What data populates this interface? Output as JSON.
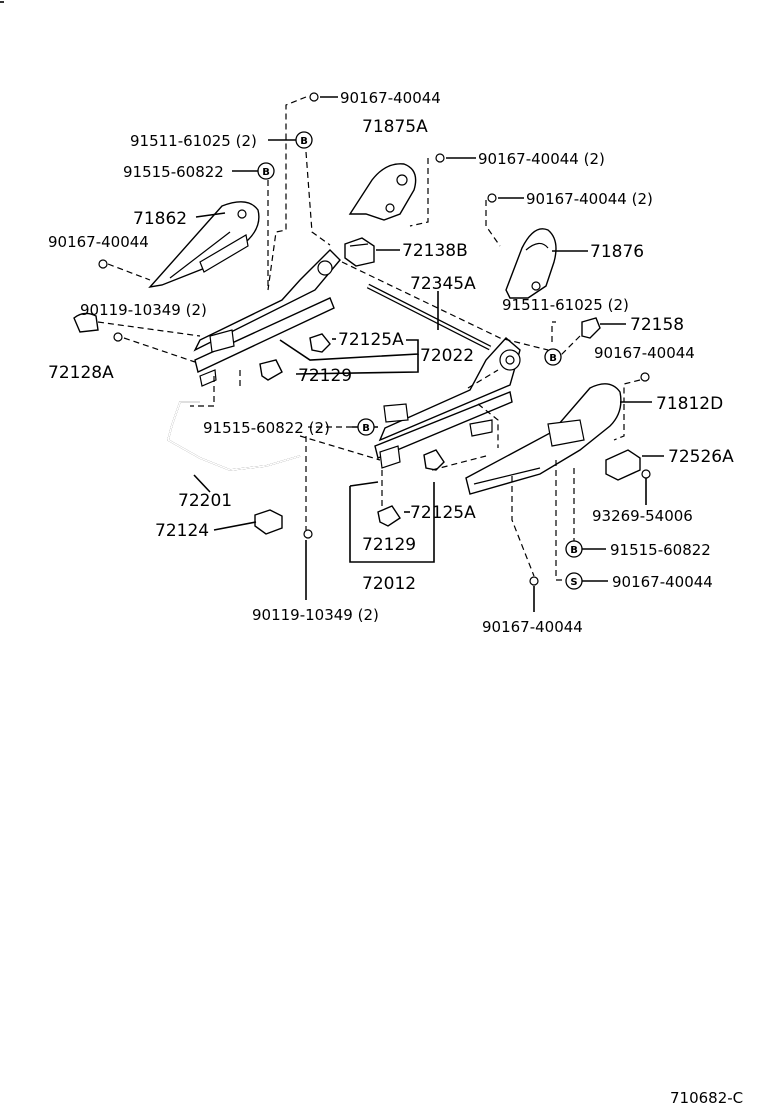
{
  "diagram_code": "710682-C",
  "badges": {
    "b": "B",
    "s": "S"
  },
  "labels": {
    "p90167_top": "90167-40044",
    "p91511_left": "91511-61025 (2)",
    "p71875A": "71875A",
    "p90167_2a": "90167-40044 (2)",
    "p91515_left": "91515-60822",
    "p90167_2b": "90167-40044 (2)",
    "p71862": "71862",
    "p90167_left": "90167-40044",
    "p72138B": "72138B",
    "p71876": "71876",
    "p72345A": "72345A",
    "p90119_left": "90119-10349 (2)",
    "p91511_right": "91511-61025 (2)",
    "p72158": "72158",
    "p72125A_top": "72125A",
    "p72022": "72022",
    "p72128A": "72128A",
    "p90167_right": "90167-40044",
    "p72129_top": "72129",
    "p71812D": "71812D",
    "p91515_mid": "91515-60822 (2)",
    "p72526A": "72526A",
    "p72201": "72201",
    "p72125A_bot": "72125A",
    "p93269": "93269-54006",
    "p72124": "72124",
    "p72129_bot": "72129",
    "p91515_right": "91515-60822",
    "p72012": "72012",
    "p90167_s": "90167-40044",
    "p90119_bot": "90119-10349 (2)",
    "p90167_bot": "90167-40044"
  }
}
